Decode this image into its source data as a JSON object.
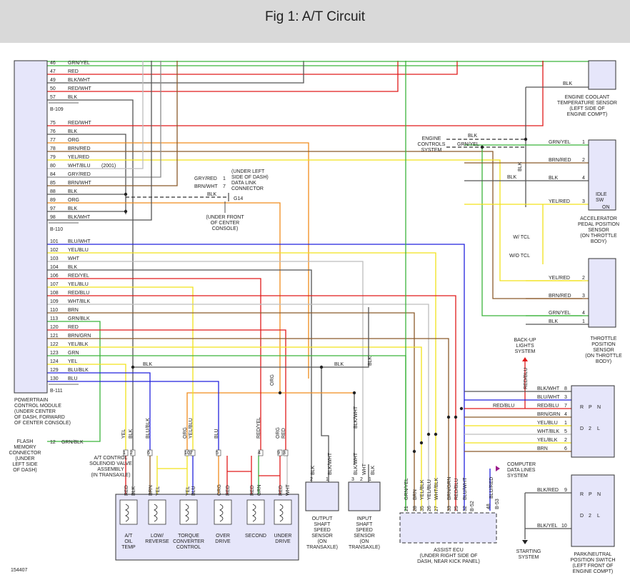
{
  "title": "Fig 1: A/T Circuit",
  "figure_id": "154407",
  "pcm": {
    "label": [
      "POWERTRAIN",
      "CONTROL MODULE",
      "(UNDER CENTER",
      "OF DASH, FORWARD",
      "OF CENTER CONSOLE)"
    ],
    "connectors": [
      "B-109",
      "B-110",
      "B-111"
    ],
    "note_2001": "(2001)"
  },
  "pins": [
    {
      "pin": "46",
      "wire": "GRN/YEL"
    },
    {
      "pin": "47",
      "wire": "RED"
    },
    {
      "pin": "49",
      "wire": "BLK/WHT"
    },
    {
      "pin": "50",
      "wire": "RED/WHT"
    },
    {
      "pin": "57",
      "wire": "BLK"
    },
    {
      "pin": "75",
      "wire": "RED/WHT"
    },
    {
      "pin": "76",
      "wire": "BLK"
    },
    {
      "pin": "77",
      "wire": "ORG"
    },
    {
      "pin": "78",
      "wire": "BRN/RED"
    },
    {
      "pin": "79",
      "wire": "YEL/RED"
    },
    {
      "pin": "80",
      "wire": "WHT/BLU"
    },
    {
      "pin": "84",
      "wire": "GRY/RED"
    },
    {
      "pin": "85",
      "wire": "BRN/WHT"
    },
    {
      "pin": "88",
      "wire": "BLK"
    },
    {
      "pin": "89",
      "wire": "ORG"
    },
    {
      "pin": "97",
      "wire": "BLK"
    },
    {
      "pin": "98",
      "wire": "BLK/WHT"
    },
    {
      "pin": "101",
      "wire": "BLU/WHT"
    },
    {
      "pin": "102",
      "wire": "YEL/BLU"
    },
    {
      "pin": "103",
      "wire": "WHT"
    },
    {
      "pin": "104",
      "wire": "BLK"
    },
    {
      "pin": "106",
      "wire": "RED/YEL"
    },
    {
      "pin": "107",
      "wire": "YEL/BLU"
    },
    {
      "pin": "108",
      "wire": "RED/BLU"
    },
    {
      "pin": "109",
      "wire": "WHT/BLK"
    },
    {
      "pin": "110",
      "wire": "BRN"
    },
    {
      "pin": "113",
      "wire": "GRN/BLK"
    },
    {
      "pin": "120",
      "wire": "RED"
    },
    {
      "pin": "121",
      "wire": "BRN/GRN"
    },
    {
      "pin": "122",
      "wire": "YEL/BLK"
    },
    {
      "pin": "123",
      "wire": "GRN"
    },
    {
      "pin": "124",
      "wire": "YEL"
    },
    {
      "pin": "129",
      "wire": "BLU/BLK"
    },
    {
      "pin": "130",
      "wire": "BLU"
    }
  ],
  "dlc": {
    "label": [
      "(UNDER LEFT",
      "SIDE OF DASH)",
      "DATA LINK",
      "CONNECTOR"
    ],
    "pins": [
      {
        "pin": "1",
        "wire": "GRY/RED"
      },
      {
        "pin": "7",
        "wire": "BRN/WHT"
      }
    ],
    "g14": "G14",
    "g14_wire": "BLK",
    "g14_loc": [
      "(UNDER FRONT",
      "OF CENTER",
      "CONSOLE)"
    ]
  },
  "flash": {
    "label": [
      "FLASH",
      "MEMORY",
      "CONNECTOR",
      "(UNDER",
      "LEFT SIDE",
      "OF DASH)"
    ],
    "pin": "12",
    "wire": "GRN/BLK"
  },
  "engine_controls": {
    "label": [
      "ENGINE",
      "CONTROLS",
      "SYSTEM"
    ],
    "wires": [
      "BLK",
      "GRN/YEL"
    ]
  },
  "ect": {
    "label": [
      "ENGINE COOLANT",
      "TEMPERATURE SENSOR",
      "(LEFT SIDE OF",
      "ENGINE COMPT)"
    ],
    "wire": "BLK"
  },
  "app": {
    "label": [
      "ACCELERATOR",
      "PEDAL POSITION",
      "SENSOR",
      "(ON THROTTLE",
      "BODY)"
    ],
    "pins": [
      {
        "pin": "1",
        "wire": "GRN/YEL"
      },
      {
        "pin": "2",
        "wire": "BRN/RED"
      },
      {
        "pin": "4",
        "wire": "BLK"
      },
      {
        "pin": "3",
        "wire": "YEL/RED"
      }
    ],
    "idle": [
      "IDLE",
      "SW"
    ],
    "on": "ON",
    "side_wire": "BLK"
  },
  "tcl": {
    "with": "W/ TCL",
    "without": "W/O TCL"
  },
  "tps": {
    "label": [
      "THROTTLE",
      "POSITION",
      "SENSOR",
      "(ON THROTTLE",
      "BODY)"
    ],
    "pins": [
      {
        "pin": "2",
        "wire": "YEL/RED"
      },
      {
        "pin": "3",
        "wire": "BRN/RED"
      },
      {
        "pin": "4",
        "wire": "GRN/YEL"
      },
      {
        "pin": "1",
        "wire": "BLK"
      }
    ]
  },
  "backup": {
    "label": [
      "BACK-UP",
      "LIGHTS",
      "SYSTEM"
    ],
    "wire": "RED/BLU"
  },
  "prns": {
    "label": [
      "PARK/NEUTRAL",
      "POSITION SWITCH",
      "(LEFT FRONT OF",
      "ENGINE COMPT)"
    ],
    "pins": [
      {
        "pin": "8",
        "wire": "BLK/WHT"
      },
      {
        "pin": "3",
        "wire": "BLU/WHT"
      },
      {
        "pin": "7",
        "wire": "RED/BLU"
      },
      {
        "pin": "4",
        "wire": "BRN/GRN"
      },
      {
        "pin": "1",
        "wire": "YEL/BLU"
      },
      {
        "pin": "5",
        "wire": "WHT/BLK"
      },
      {
        "pin": "2",
        "wire": "YEL/BLK"
      },
      {
        "pin": "6",
        "wire": "BRN"
      }
    ],
    "lower_pins": [
      {
        "pin": "9",
        "wire": "BLK/RED"
      },
      {
        "pin": "10",
        "wire": "BLK/YEL"
      }
    ],
    "extra_wire": "RED/BLU",
    "positions": [
      "R",
      "P",
      "N",
      "D",
      "2",
      "L"
    ]
  },
  "data_lines": {
    "label": [
      "COMPUTER",
      "DATA LINES",
      "SYSTEM"
    ],
    "wire": "BLU/RED",
    "pin": "48",
    "conn": "B-53"
  },
  "starting": {
    "label": [
      "STARTING",
      "SYSTEM"
    ]
  },
  "assist_ecu": {
    "label": [
      "ASSIST ECU",
      "(UNDER RIGHT SIDE OF",
      "DASH, NEAR KICK PANEL)"
    ],
    "pins": [
      {
        "pin": "21",
        "wire": "GRN/YEL"
      },
      {
        "pin": "28",
        "wire": "BRN"
      },
      {
        "pin": "35",
        "wire": "YEL/BLK"
      },
      {
        "pin": "26",
        "wire": "YEL/BLU"
      },
      {
        "pin": "27",
        "wire": "WHT/BLK"
      },
      {
        "pin": "33",
        "wire": "BRN/GRN"
      },
      {
        "pin": "25",
        "wire": "RED/BLU"
      },
      {
        "pin": "32",
        "wire": "BLU/WHT"
      }
    ],
    "conn": "B-52"
  },
  "oss": {
    "label": [
      "OUTPUT",
      "SHAFT",
      "SPEED",
      "SENSOR",
      "(ON",
      "TRANSAXLE)"
    ],
    "wires": [
      "BLK",
      "BLK/WHT"
    ],
    "pins": [
      "2",
      "1"
    ]
  },
  "iss": {
    "label": [
      "INPUT",
      "SHAFT",
      "SPEED",
      "SENSOR",
      "(ON",
      "TRANSAXLE)"
    ],
    "wires": [
      "BLK/WHT",
      "WHT",
      "BLK"
    ],
    "pins": [
      "3",
      "2",
      "1"
    ]
  },
  "splice_labels": {
    "blk_104": "BLK",
    "blk_129": "BLK",
    "org": "ORG",
    "blk_right": "BLK",
    "blk_wht": "BLK/WHT",
    "blk_vert": "BLK"
  },
  "solenoid_assy": {
    "label": [
      "A/T CONTROL",
      "SOLENOID VALVE",
      "ASSEMBLY",
      "(IN TRANSAXLE)"
    ],
    "top_pins": [
      {
        "pin": "1",
        "wire": "YEL"
      },
      {
        "pin": "2",
        "wire": "BLK"
      },
      {
        "pin": "6",
        "wire": "BLU/BLK"
      },
      {
        "pin": "10",
        "wire": "ORG"
      },
      {
        "pin": "7",
        "wire": "YEL/BLU"
      },
      {
        "pin": "5",
        "wire": "BLU"
      },
      {
        "pin": "4",
        "wire": "RED/YEL"
      },
      {
        "pin": "9",
        "wire": "ORG"
      },
      {
        "pin": "3",
        "wire": "RED"
      }
    ],
    "internal_wires": [
      "RED",
      "BLK",
      "BRN",
      "YEL",
      "YEL",
      "BLU",
      "ORG",
      "RED",
      "RED",
      "GRN",
      "RED",
      "WHT"
    ],
    "components": [
      "A/T OIL TEMP",
      "LOW/ REVERSE",
      "TORQUE CONVERTER CONTROL",
      "OVER DRIVE",
      "SECOND",
      "UNDER DRIVE"
    ],
    "component_lines": [
      [
        "A/T",
        "OIL",
        "TEMP"
      ],
      [
        "LOW/",
        "REVERSE"
      ],
      [
        "TORQUE",
        "CONVERTER",
        "CONTROL"
      ],
      [
        "OVER",
        "DRIVE"
      ],
      [
        "SECOND"
      ],
      [
        "UNDER",
        "DRIVE"
      ]
    ]
  },
  "colors": {
    "RED": "#e01b1b",
    "GRN": "#3bb33b",
    "YEL": "#f2e21b",
    "BLU": "#2222dd",
    "BLK": "#555555",
    "ORG": "#f08c1c",
    "BRN": "#8b5a2b",
    "WHT": "#bdbdbd",
    "GRY": "#8a8a8a",
    "PCM": "#e6e6fa",
    "BOX": "#e6e6fa"
  }
}
